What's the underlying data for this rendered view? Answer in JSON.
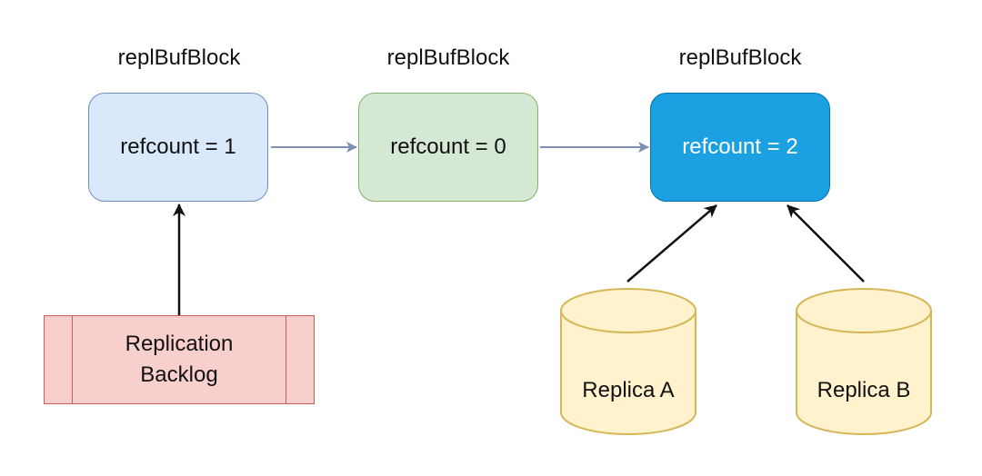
{
  "blocks": [
    {
      "title": "replBufBlock",
      "refcount_label": "refcount = 1",
      "fill": "#dae8fc",
      "stroke": "#6c8ebf",
      "text_color": "#111111"
    },
    {
      "title": "replBufBlock",
      "refcount_label": "refcount = 0",
      "fill": "#d5e8d4",
      "stroke": "#82b366",
      "text_color": "#111111"
    },
    {
      "title": "replBufBlock",
      "refcount_label": "refcount = 2",
      "fill": "#1ba1e2",
      "stroke": "#006eaf",
      "text_color": "#ffffff"
    }
  ],
  "backlog": {
    "label": "Replication\nBacklog",
    "fill": "#f8cecc",
    "stroke": "#b85450"
  },
  "replicas": [
    {
      "label": "Replica A",
      "fill": "#fff2cc",
      "stroke": "#d6b656"
    },
    {
      "label": "Replica B",
      "fill": "#fff2cc",
      "stroke": "#d6b656"
    }
  ],
  "colors": {
    "chain_arrow": "#7d8fb3",
    "reference_arrow": "#111111"
  }
}
